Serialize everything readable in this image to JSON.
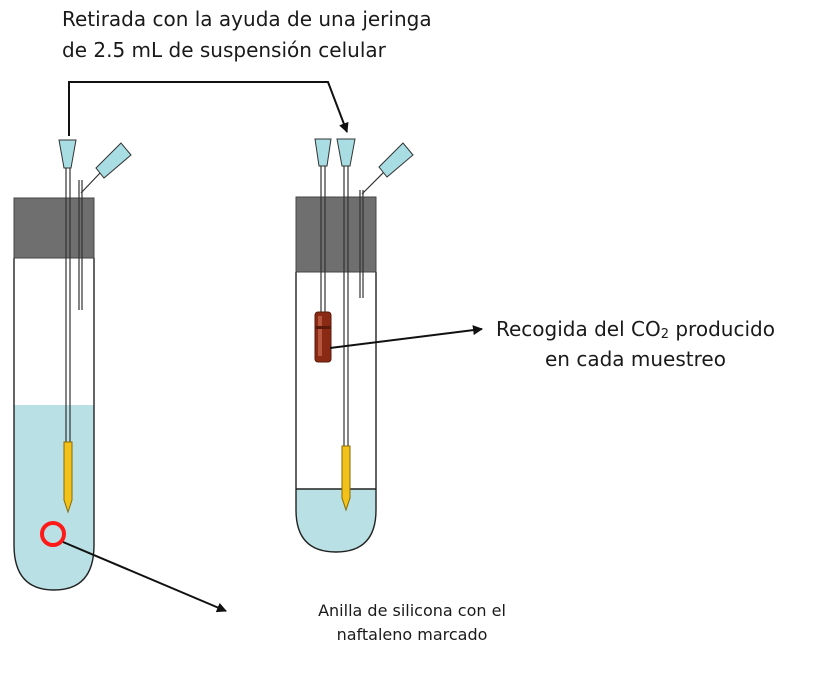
{
  "labels": {
    "top": {
      "line1": "Retirada con la ayuda de una jeringa",
      "line2": "de 2.5 mL de suspensión celular"
    },
    "right": {
      "line1_prefix": "Recogida del CO",
      "line1_sub": "2",
      "line1_suffix": " producido",
      "line2": "en cada muestreo"
    },
    "bottom": {
      "line1": "Anilla de silicona con el",
      "line2": "naftaleno marcado"
    }
  },
  "colors": {
    "liquid": "#b9e0e4",
    "cap": "#6f6f6f",
    "needle_hub": "#a8dde3",
    "sample_needle": "#f2c21a",
    "silicone_ring": "#ff1a1a",
    "co2_vial": "#8a2a14"
  }
}
